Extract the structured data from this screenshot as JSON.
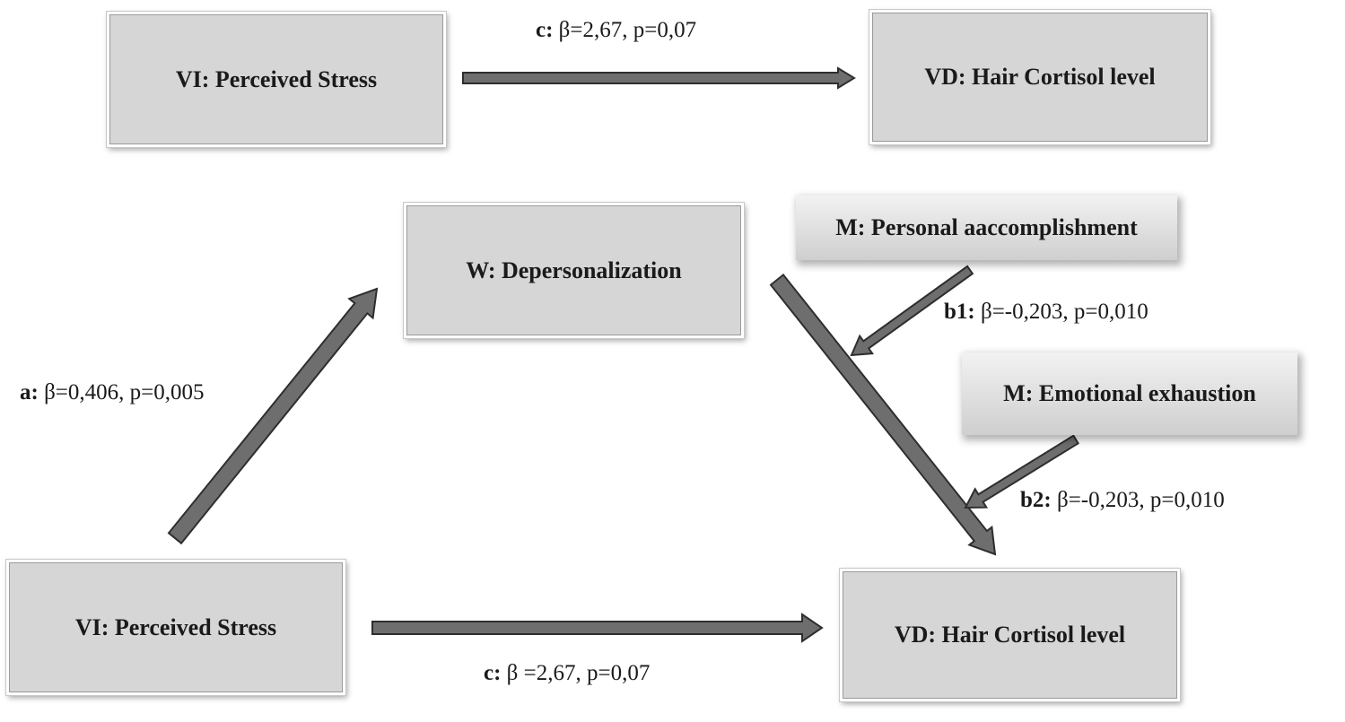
{
  "boxes": {
    "top_iv": "VI: Perceived Stress",
    "top_dv": "VD:  Hair Cortisol level",
    "mediator_w": "W: Depersonalization",
    "moderator_pa": "M: Personal aaccomplishment",
    "moderator_ee": "M: Emotional exhaustion",
    "bottom_iv": "VI: Perceived Stress",
    "bottom_dv": "VD:  Hair Cortisol level"
  },
  "paths": {
    "top_c": {
      "key": "c:",
      "value": " β=2,67, p=0,07"
    },
    "a": {
      "key": "a:",
      "value": " β=0,406, p=0,005"
    },
    "b1": {
      "key": "b1:",
      "value": " β=-0,203, p=0,010"
    },
    "b2": {
      "key": "b2:",
      "value": " β=-0,203, p=0,010"
    },
    "bottom_c": {
      "key": "c:",
      "value": " β =2,67, p=0,07"
    }
  },
  "colors": {
    "box_fill": "#d6d6d6",
    "arrow_fill": "#6e6e6e",
    "arrow_stroke": "#2e2e2e"
  }
}
